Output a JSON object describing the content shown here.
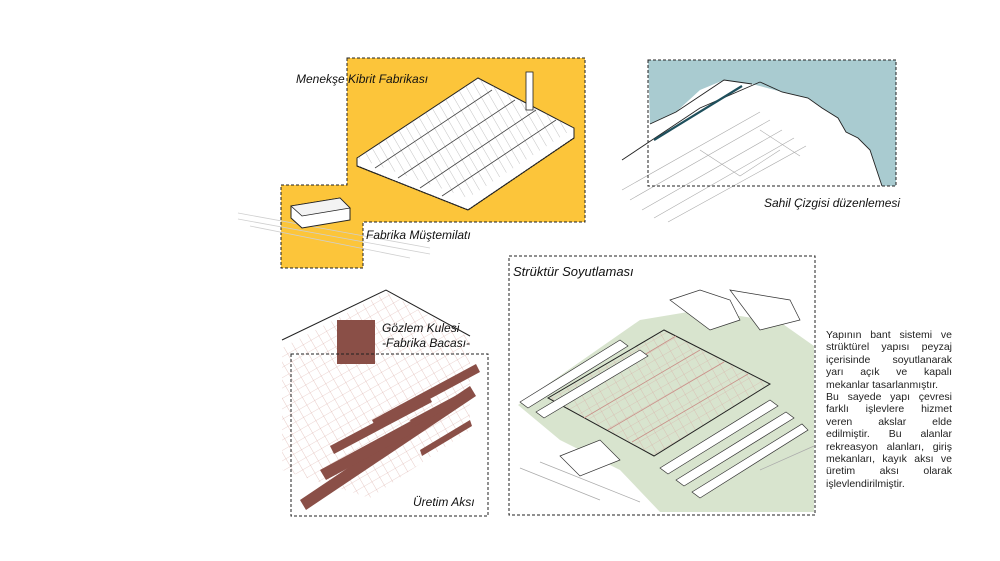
{
  "panels": {
    "factory": {
      "label": "Menekşe Kibrit Fabrikası",
      "annex_label": "Fabrika Müştemilatı"
    },
    "coast": {
      "label": "Sahil Çizgisi düzenlemesi"
    },
    "production": {
      "tower_label_line1": "Gözlem Kulesi",
      "tower_label_line2": "-Fabrika Bacası-",
      "axis_label": "Üretim Aksı"
    },
    "structure": {
      "label": "Strüktür Soyutlaması"
    }
  },
  "description": {
    "paragraph1": "Yapının bant sistemi ve strüktürel yapısı peyzaj içerisinde soyutlanarak yarı açık ve kapalı mekanlar tasarlanmıştır.",
    "paragraph2": "Bu sayede yapı çevresi farklı işlevlere hizmet veren akslar elde edilmiştir. Bu alanlar rekreasyon alanları, giriş mekanları, kayık aksı ve üretim aksı olarak işlevlendirilmiştir."
  },
  "colors": {
    "highlight_yellow": "#FCC53A",
    "sea_blue": "#A9CBD0",
    "landscape_green": "#D8E4CE",
    "production_brown": "#8A4F47",
    "outline": "#222222"
  }
}
